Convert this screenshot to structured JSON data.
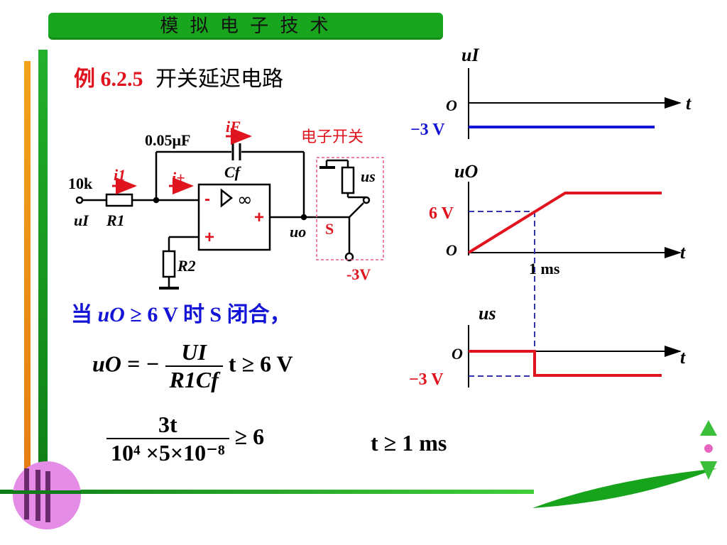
{
  "header": {
    "title": "模 拟 电 子 技 术"
  },
  "example": {
    "number": "例 6.2.5",
    "title": "开关延迟电路"
  },
  "circuit": {
    "cap_value": "0.05μF",
    "i_f": "iF",
    "cf": "Cf",
    "i_plus": "i+",
    "i_1": "i1",
    "r1_value": "10k",
    "ui": "uI",
    "r1": "R1",
    "r2": "R2",
    "minus": "-",
    "plus_in": "+",
    "plus_out": "+",
    "infinity": "∞",
    "uo": "uo",
    "switch_label": "电子开关",
    "us": "us",
    "s": "S",
    "neg3v": "-3V"
  },
  "condition": {
    "prefix": "当",
    "var": "uO",
    "rest": "≥ 6 V 时 S 闭合，"
  },
  "equation1": {
    "lhs": "uO = −",
    "num": "UI",
    "den": "R1Cf",
    "rhs": "t ≥ 6 V"
  },
  "equation2": {
    "num": "3t",
    "den": "10⁴ ×5×10⁻⁸",
    "rhs": "≥ 6"
  },
  "equation3": {
    "text": "t ≥ 1 ms"
  },
  "graphs": {
    "ui": {
      "label": "uI",
      "origin": "O",
      "t": "t",
      "level_label": "−3 V",
      "level": -3
    },
    "uo": {
      "label": "uO",
      "origin": "O",
      "t": "t",
      "level_label": "6 V",
      "time_label": "1 ms",
      "level": 6,
      "time": 1
    },
    "us": {
      "label": "us",
      "origin": "O",
      "t": "t",
      "level_label": "−3 V",
      "level": -3
    }
  },
  "colors": {
    "title_bar": "#1aa51e",
    "red": "#e0141e",
    "blue": "#1414d6",
    "dashed": "#3333aa"
  }
}
